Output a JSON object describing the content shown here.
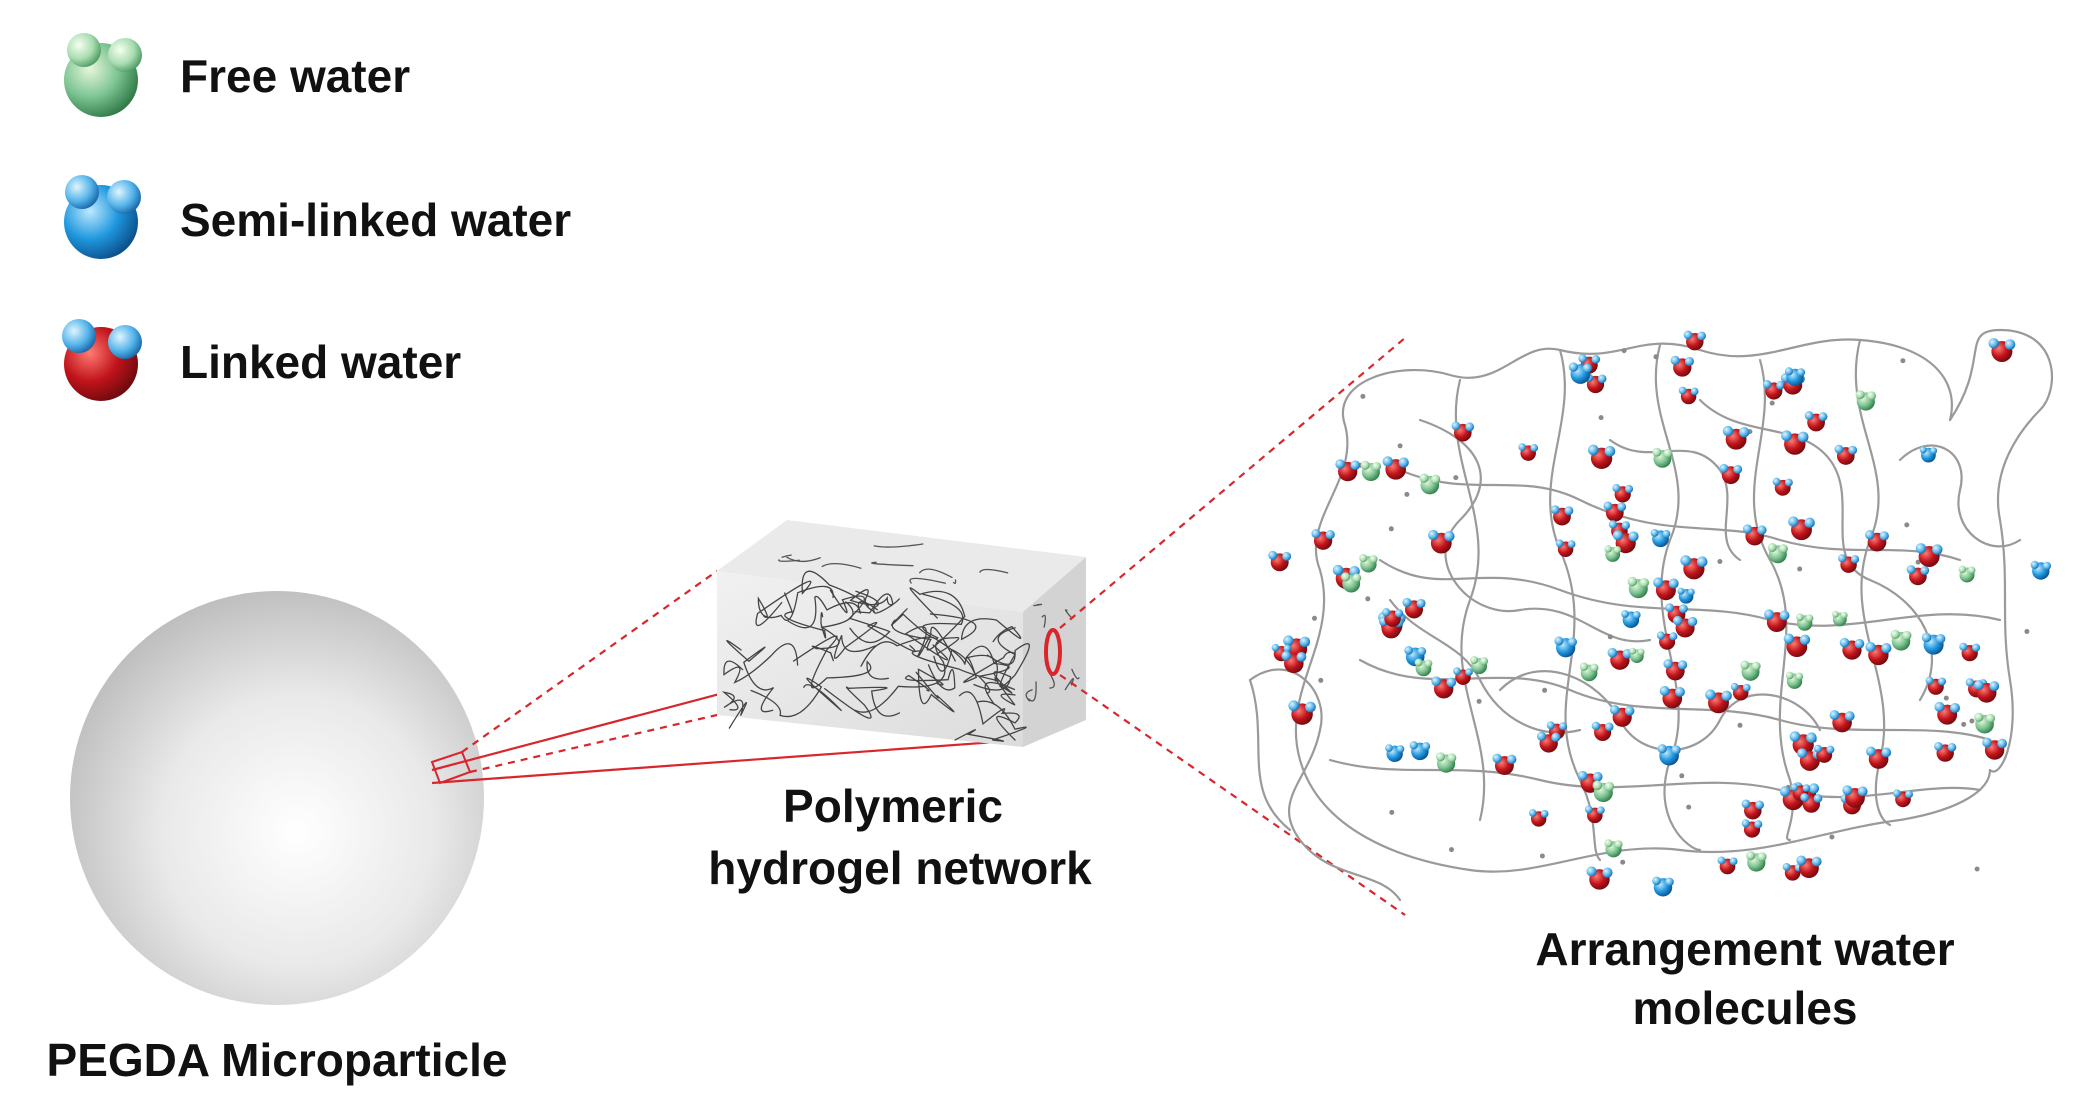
{
  "legend": {
    "items": [
      {
        "key": "free",
        "label": "Free water",
        "colors": {
          "body": "#6fbf86",
          "highlight": "#e6f7d9",
          "shade": "#2f7a46"
        }
      },
      {
        "key": "semi",
        "label": "Semi-linked water",
        "colors": {
          "body": "#1a8fd6",
          "highlight": "#bfe9ff",
          "shade": "#0b4f8a"
        }
      },
      {
        "key": "linked",
        "label": "Linked water",
        "body": "red",
        "colors": {
          "body": "#c0141b",
          "highlight": "#ff7a72",
          "shade": "#6e0a0e",
          "hydrogen": "#1a8fd6"
        }
      }
    ]
  },
  "labels": {
    "microparticle": "PEGDA Microparticle",
    "network_line1": "Polymeric",
    "network_line2": "hydrogel network",
    "arrangement_line1": "Arrangement water",
    "arrangement_line2": "molecules"
  },
  "colors": {
    "zoom_line": "#d9262c",
    "polymer_chain": "#8a8a8a",
    "sphere": "#d8d8d8",
    "block": "#e4e4e4"
  },
  "molecules": {
    "free_count": 24,
    "semi_count": 14,
    "linked_count": 92
  }
}
